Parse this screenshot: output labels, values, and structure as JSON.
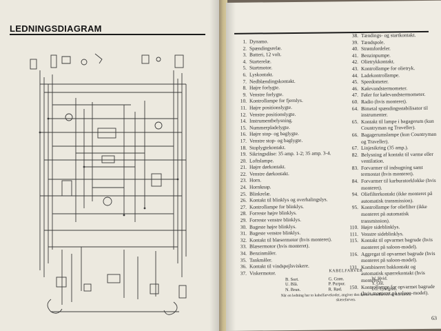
{
  "left_page": {
    "title": "LEDNINGSDIAGRAM"
  },
  "legend": {
    "items": [
      {
        "num": "1.",
        "text": "Dynamo."
      },
      {
        "num": "2.",
        "text": "Spændingsrelæ."
      },
      {
        "num": "3.",
        "text": "Batteri, 12 volt."
      },
      {
        "num": "4.",
        "text": "Starterelæ."
      },
      {
        "num": "5.",
        "text": "Startmotor."
      },
      {
        "num": "6.",
        "text": "Lyskontakt."
      },
      {
        "num": "7.",
        "text": "Nedblændingskontakt."
      },
      {
        "num": "8.",
        "text": "Højre forlygte."
      },
      {
        "num": "9.",
        "text": "Venstre forlygte."
      },
      {
        "num": "10.",
        "text": "Kontrollampe for fjernlys."
      },
      {
        "num": "11.",
        "text": "Højre positionslygte."
      },
      {
        "num": "12.",
        "text": "Venstre positionslygte."
      },
      {
        "num": "14.",
        "text": "Instrumentbelysning."
      },
      {
        "num": "15.",
        "text": "Nummerpladelygte."
      },
      {
        "num": "16.",
        "text": "Højre stop- og baglygte."
      },
      {
        "num": "17.",
        "text": "Venstre stop- og baglygte."
      },
      {
        "num": "18.",
        "text": "Stoplygtekontakt."
      },
      {
        "num": "19.",
        "text": "Sikringsdåse: 35 amp. 1-2; 35 amp. 3-4."
      },
      {
        "num": "20.",
        "text": "Loftslampe."
      },
      {
        "num": "21.",
        "text": "Højre dørkontakt."
      },
      {
        "num": "22.",
        "text": "Venstre dørkontakt."
      },
      {
        "num": "23.",
        "text": "Horn."
      },
      {
        "num": "24.",
        "text": "Hornknap."
      },
      {
        "num": "25.",
        "text": "Blinkrelæ."
      },
      {
        "num": "26.",
        "text": "Kontakt til blinklys og overhalingslys."
      },
      {
        "num": "27.",
        "text": "Kontrollampe for blinklys."
      },
      {
        "num": "28.",
        "text": "Forreste højre blinklys."
      },
      {
        "num": "29.",
        "text": "Forreste venstre blinklys."
      },
      {
        "num": "30.",
        "text": "Bageste højre blinklys."
      },
      {
        "num": "31.",
        "text": "Bageste venstre blinklys."
      },
      {
        "num": "32.",
        "text": "Kontakt til blæsermotor (hvis monteret)."
      },
      {
        "num": "33.",
        "text": "Blæsermotor (hvis monteret)."
      },
      {
        "num": "34.",
        "text": "Benzinmåler."
      },
      {
        "num": "35.",
        "text": "Tankmåler."
      },
      {
        "num": "36.",
        "text": "Kontakt til vindspejlsviskere."
      },
      {
        "num": "37.",
        "text": "Viskermotor."
      },
      {
        "num": "38.",
        "text": "Tændings- og startkontakt."
      },
      {
        "num": "39.",
        "text": "Tændspole."
      },
      {
        "num": "40.",
        "text": "Strømfordeler."
      },
      {
        "num": "41.",
        "text": "Benzinpumpe."
      },
      {
        "num": "42.",
        "text": "Olietrykkontakt."
      },
      {
        "num": "43.",
        "text": "Kontrollampe for olietryk."
      },
      {
        "num": "44.",
        "text": "Ladekontrollampe."
      },
      {
        "num": "45.",
        "text": "Speedometer."
      },
      {
        "num": "46.",
        "text": "Kølevandstermometer."
      },
      {
        "num": "47.",
        "text": "Føler for kølevandstermometer."
      },
      {
        "num": "60.",
        "text": "Radio (hvis monteret)."
      },
      {
        "num": "64.",
        "text": "Bimetal spændingsstabilisator til instrumenter."
      },
      {
        "num": "65.",
        "text": "Kontakt til lampe i bagagerum (kun Countryman og Traveller)."
      },
      {
        "num": "66.",
        "text": "Bagagerumslampe (kun Countryman og Traveller)."
      },
      {
        "num": "67.",
        "text": "Linjesikring (35 amp.)."
      },
      {
        "num": "82.",
        "text": "Belysning af kontakt til varme eller ventilation."
      },
      {
        "num": "83.",
        "text": "Forvarmer til indsugning samt termostat (hvis monteret)."
      },
      {
        "num": "84.",
        "text": "Forvarmer til karburatorklokke (hvis monteret)."
      },
      {
        "num": "94.",
        "text": "Oliefilterkontakt (ikke monteret på automatisk transmission)."
      },
      {
        "num": "95.",
        "text": "Kontrollampe for oliefilter (ikke monteret på automatisk transmission)."
      },
      {
        "num": "110.",
        "text": "Højre sideblinklys."
      },
      {
        "num": "111.",
        "text": "Venstre sideblinklys."
      },
      {
        "num": "115.",
        "text": "Kontakt til opvarmet bagrude (hvis monteret på saloon-model)."
      },
      {
        "num": "116.",
        "text": "Aggregat til opvarmet bagrude (hvis monteret på saloon-model)."
      },
      {
        "num": "131.",
        "text": "Kombineret bakkontakt og automatisk spærrekontakt (hvis monteret)."
      },
      {
        "num": "150.",
        "text": "Kontrollampe for opvarmet bagrude (hvis monteret på saloon-model)."
      }
    ]
  },
  "cable_colors": {
    "title": "KABELFARVER",
    "codes": [
      "B. Sort.",
      "G. Grøn.",
      "W. Hvid.",
      "U. Blå.",
      "P. Purpur.",
      "Y. Gul.",
      "N. Brun.",
      "R. Rød.",
      "LG. Lysegrøn."
    ],
    "note": "Når en ledning har to kabelfarvekoder, angiver den første hovedfarven og den anden skærefarven."
  },
  "page_number": "63"
}
